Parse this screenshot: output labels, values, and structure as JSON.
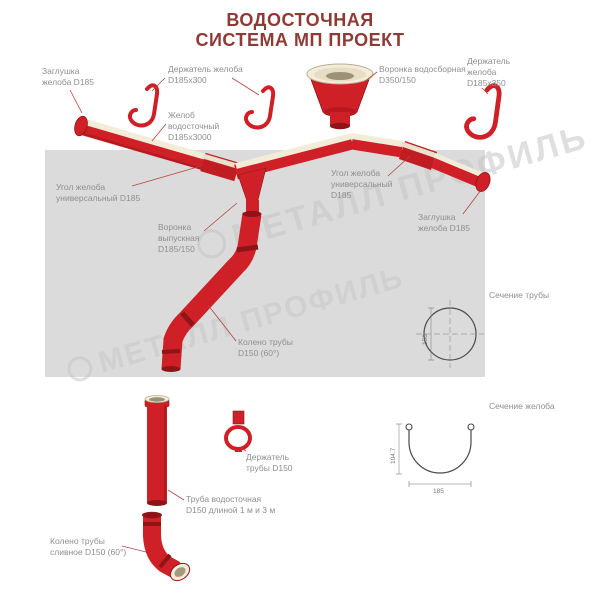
{
  "title": {
    "line1": "ВОДОСТОЧНАЯ",
    "line2": "СИСТЕМА МП ПРОЕКТ"
  },
  "watermark": {
    "text": "МЕТАЛЛ ПРОФИЛЬ"
  },
  "labels": {
    "zaglushka_left": "Заглушка\nжелоба D185",
    "derzhatel_zheloba_300": "Держатель желоба\nD185х300",
    "voronka_vodosbornaya": "Воронка водосборная\nD350/150",
    "derzhatel_zheloba_350": "Держатель\nжелоба\nD185х350",
    "zhelob_vodostochny": "Желоб\nводосточный\nD185х3000",
    "ugol_zheloba_left": "Угол желоба\nуниверсальный D185",
    "ugol_zheloba_right": "Угол желоба\nуниверсальный\nD185",
    "zaglushka_right": "Заглушка\nжелоба D185",
    "voronka_vypusknaya": "Воронка\nвыпускная\nD185/150",
    "koleno_truby": "Колено трубы\nD150 (60°)",
    "sechenie_truby": "Сечение трубы",
    "sechenie_zheloba": "Сечение желоба",
    "derzhatel_truby": "Держатель\nтрубы D150",
    "truba_vodostochnaya": "Труба водосточная\nD150 длиной 1 м и 3 м",
    "koleno_slivnoe": "Колено трубы\nсливное D150 (60°)"
  },
  "dimensions": {
    "pipe_diameter": "150",
    "gutter_height": "104.7",
    "gutter_width": "185"
  },
  "colors": {
    "component_red": "#CE2026",
    "component_dark_red": "#8E1418",
    "inner_cream": "#F2ECD9",
    "band_gray": "#DBDBDB",
    "title_color": "#8F3A35",
    "label_gray": "#8F8F8F"
  }
}
